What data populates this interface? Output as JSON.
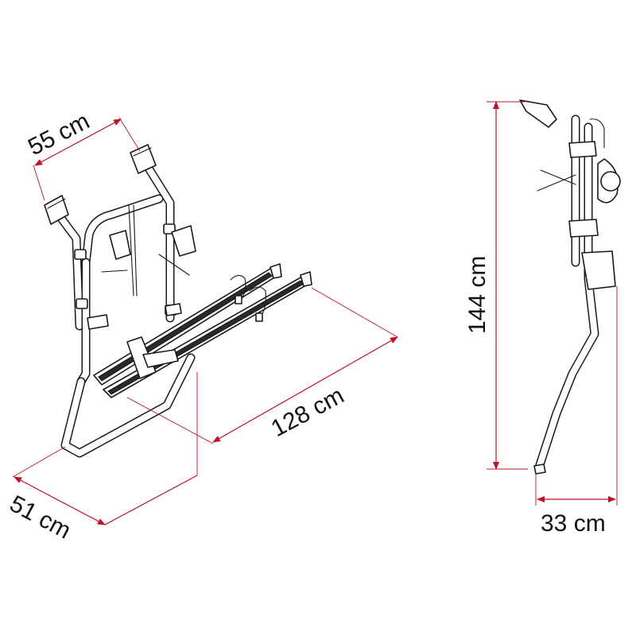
{
  "diagram": {
    "dimensions": {
      "width_top": "55 cm",
      "length": "128 cm",
      "depth_bottom": "51 cm",
      "height": "144 cm",
      "side_depth": "33 cm"
    },
    "colors": {
      "dimension_line": "#c0102a",
      "drawing_line": "#1a1a1a",
      "text": "#111111"
    }
  }
}
